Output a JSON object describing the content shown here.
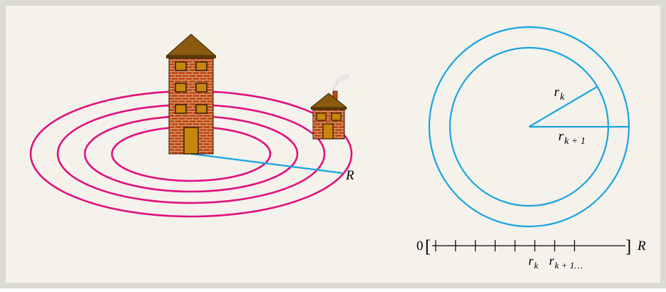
{
  "colors": {
    "background": "#f4f2ea",
    "border": "#dcdbd3",
    "ring": "#e0117f",
    "radius_line": "#19a4e0",
    "circle": "#19a4e0",
    "brick": "#c04a18",
    "mortar": "#d9a57a",
    "roof": "#8a5a10",
    "door": "#c8860c",
    "window": "#c8860c",
    "smoke": "#e8e8e8",
    "axis": "#000000"
  },
  "icons": {
    "tall_building": "tall-brick-building-icon",
    "house": "small-brick-house-icon"
  },
  "left_diagram": {
    "radius_label": "R",
    "ring_count": 4
  },
  "right_diagram": {
    "inner_radius_label": "r",
    "inner_radius_subscript": "k",
    "outer_radius_label": "r",
    "outer_radius_subscript": "k + 1"
  },
  "number_line": {
    "start_label": "0",
    "end_label": "R",
    "open_bracket": "[",
    "close_bracket": "]",
    "tick_count": 8,
    "marker_rk_label": "r",
    "marker_rk_subscript": "k",
    "marker_rk1_label": "r",
    "marker_rk1_subscript": "k + 1…"
  }
}
